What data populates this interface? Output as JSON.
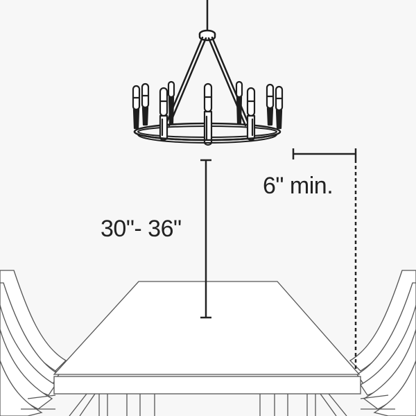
{
  "diagram": {
    "title": "Chandelier hanging height over dining table",
    "background_color": "#f7f7f7",
    "line_color": "#222222",
    "furniture_stroke_color": "#555555",
    "labels": {
      "hanging_height": "30\"- 36\"",
      "side_clearance": "6\" min."
    },
    "elements": [
      {
        "name": "chandelier",
        "type": "12-candle ring chandelier"
      },
      {
        "name": "dining-table",
        "type": "rectangular table in perspective"
      },
      {
        "name": "chairs-left",
        "count": 4
      },
      {
        "name": "chairs-right",
        "count": 4
      },
      {
        "name": "height-dimension-line",
        "label_ref": "hanging_height"
      },
      {
        "name": "clearance-dimension-line",
        "label_ref": "side_clearance"
      }
    ]
  }
}
